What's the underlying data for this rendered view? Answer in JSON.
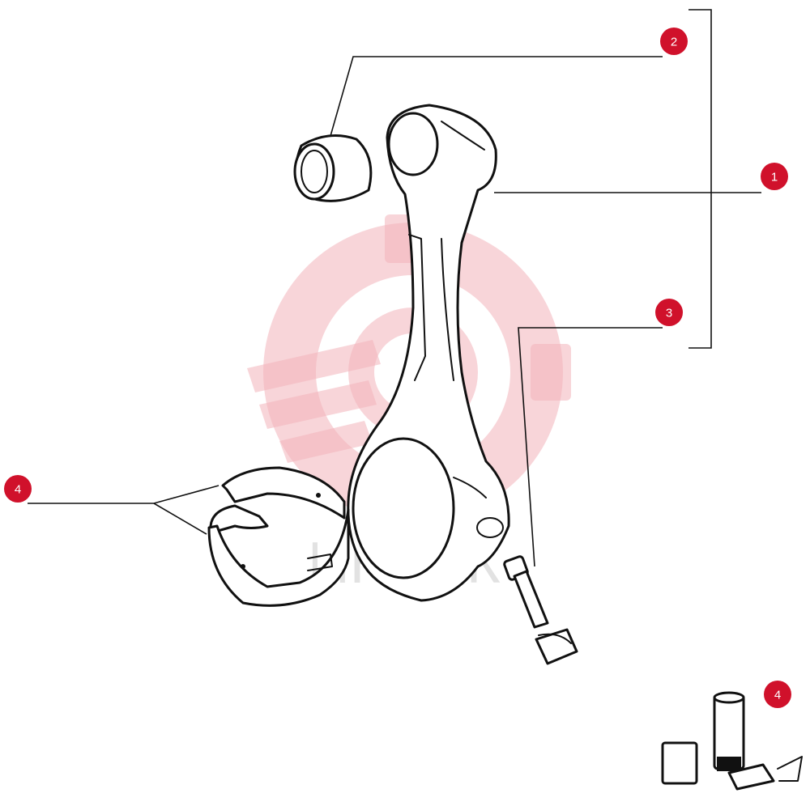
{
  "callouts": [
    {
      "id": "1",
      "label": "1"
    },
    {
      "id": "2",
      "label": "2"
    },
    {
      "id": "3",
      "label": "3"
    },
    {
      "id": "4",
      "label": "4"
    },
    {
      "id": "4b",
      "label": "4"
    }
  ],
  "parts": [
    {
      "number": "1",
      "name": "connecting-rod"
    },
    {
      "number": "2",
      "name": "small-end-bushing"
    },
    {
      "number": "3",
      "name": "rod-bolt"
    },
    {
      "number": "4",
      "name": "big-end-bearing-shells"
    }
  ],
  "watermark": {
    "logo_icon": "gear-logo-icon",
    "text": "ИНТЕК"
  },
  "colors": {
    "callout": "#d0112b",
    "line": "#111111",
    "watermark": "#f2b3ba"
  }
}
